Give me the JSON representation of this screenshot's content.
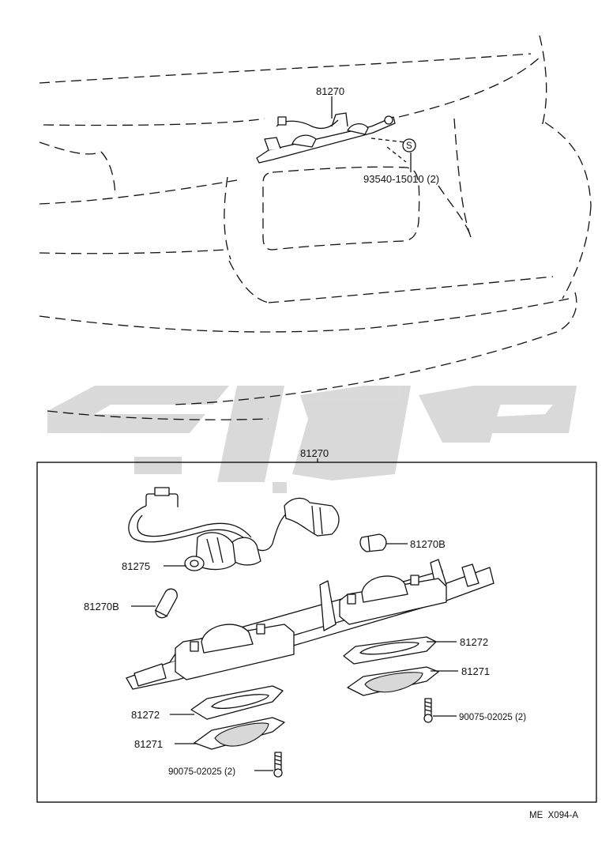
{
  "top_view": {
    "assembly_label": "81270",
    "bolt_label": "93540-15010 (2)",
    "bolt_symbol": "S"
  },
  "detail": {
    "assembly_label": "81270",
    "parts": {
      "socket_wire": "81275",
      "bulb_right": "81270B",
      "bulb_left": "81270B",
      "gasket_right": "81272",
      "lens_right": "81271",
      "screw_right": "90075-02025 (2)",
      "gasket_left": "81272",
      "lens_left": "81271",
      "screw_left": "90075-02025 (2)"
    }
  },
  "figure_code": "ME  X094-A",
  "colors": {
    "line": "#111111",
    "watermark": "#d0d0d0",
    "background": "#ffffff"
  }
}
